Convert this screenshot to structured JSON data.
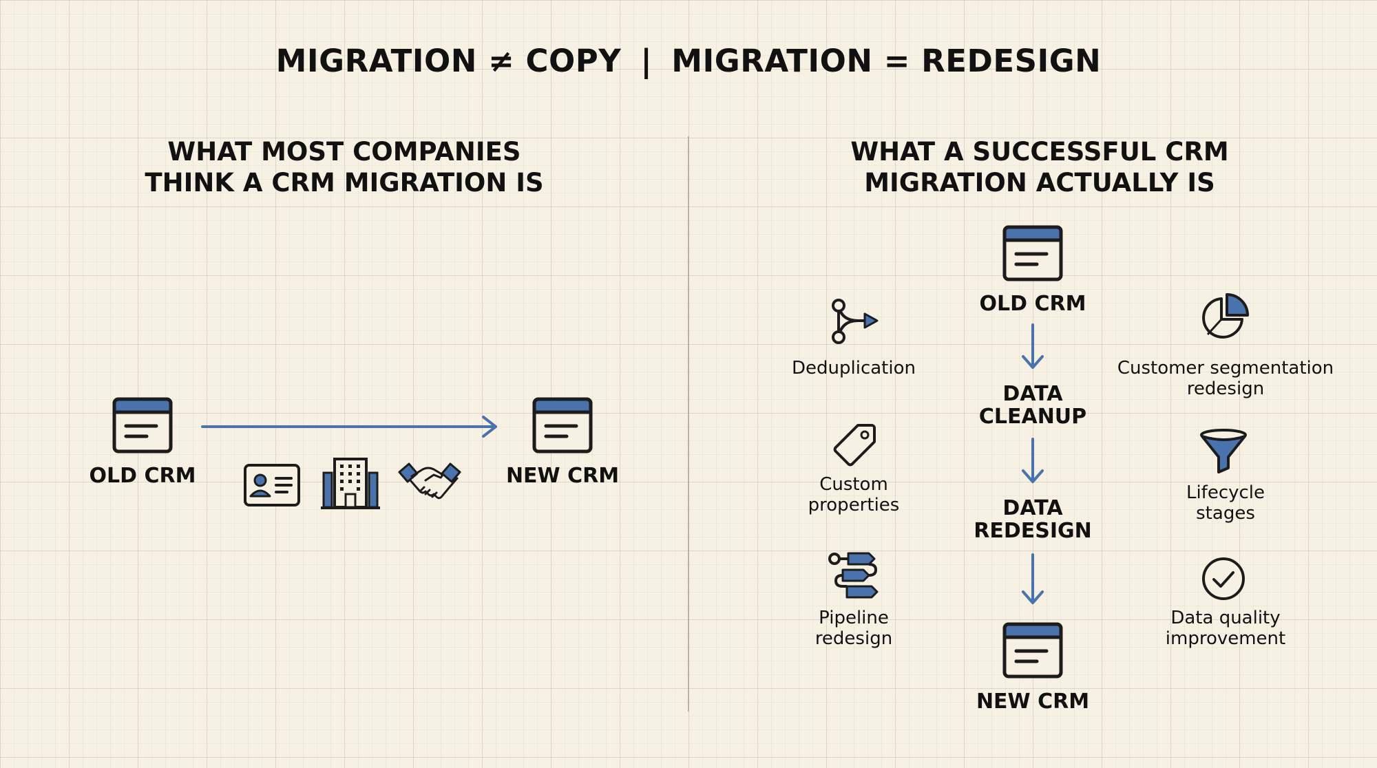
{
  "title": {
    "left": "MIGRATION ≠ COPY",
    "separator": "|",
    "right": "MIGRATION = REDESIGN"
  },
  "left_panel": {
    "heading_line1": "WHAT MOST COMPANIES",
    "heading_line2": "THINK A CRM MIGRATION IS",
    "old_crm": "OLD CRM",
    "new_crm": "NEW CRM",
    "carried_items": [
      "contact-card-icon",
      "building-icon",
      "handshake-icon"
    ]
  },
  "right_panel": {
    "heading_line1": "WHAT A SUCCESSFUL CRM",
    "heading_line2": "MIGRATION ACTUALLY IS",
    "flow": {
      "old_crm": "OLD CRM",
      "step1_line1": "DATA",
      "step1_line2": "CLEANUP",
      "step2_line1": "DATA",
      "step2_line2": "REDESIGN",
      "new_crm": "NEW CRM"
    },
    "left_items": [
      {
        "icon": "branch-icon",
        "line1": "Deduplication",
        "line2": ""
      },
      {
        "icon": "tag-icon",
        "line1": "Custom",
        "line2": "properties"
      },
      {
        "icon": "pipeline-icon",
        "line1": "Pipeline",
        "line2": "redesign"
      }
    ],
    "right_items": [
      {
        "icon": "pie-chart-icon",
        "line1": "Customer segmentation",
        "line2": "redesign"
      },
      {
        "icon": "funnel-icon",
        "line1": "Lifecycle",
        "line2": "stages"
      },
      {
        "icon": "check-circle-icon",
        "line1": "Data quality",
        "line2": "improvement"
      }
    ]
  },
  "colors": {
    "accent_blue": "#4a72ad",
    "stroke": "#1c1c1c",
    "background": "#f7f1e4"
  }
}
